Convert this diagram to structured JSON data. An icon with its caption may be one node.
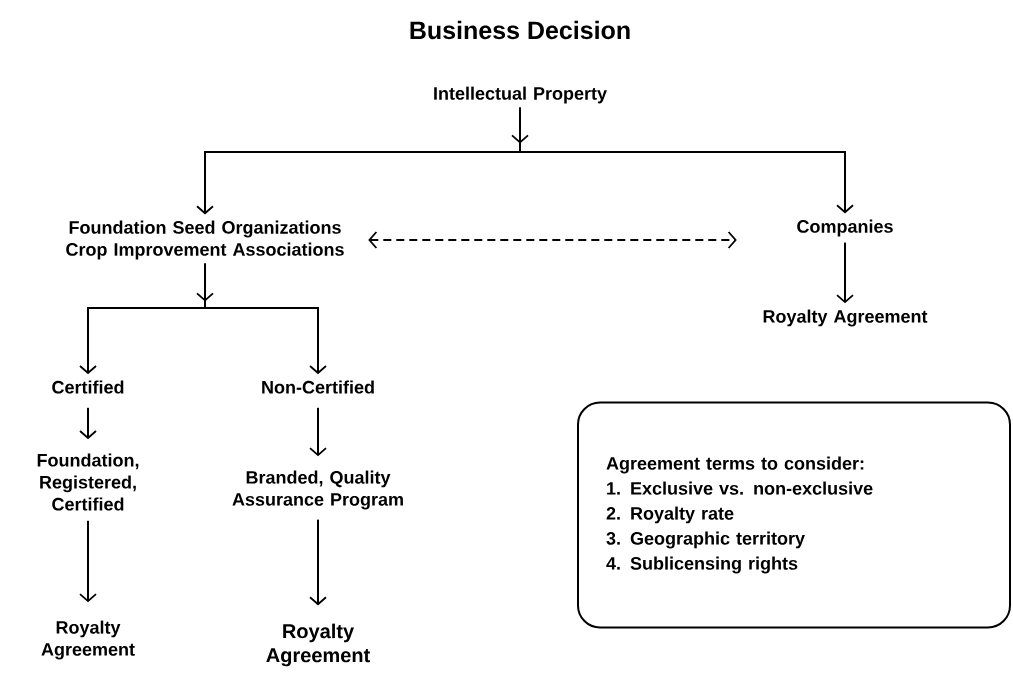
{
  "diagram": {
    "title": "Business Decision",
    "nodes": [
      {
        "text": [
          "Intellectual Property"
        ]
      },
      {
        "text": [
          "Foundation Seed Organizations",
          "Crop Improvement Associations"
        ]
      },
      {
        "text": [
          "Companies"
        ]
      },
      {
        "text": [
          "Royalty Agreement"
        ]
      },
      {
        "text": [
          "Certified"
        ]
      },
      {
        "text": [
          "Non-Certified"
        ]
      },
      {
        "text": [
          "Foundation, Registered, Certified"
        ]
      },
      {
        "text": [
          "Branded, Quality Assurance Program"
        ]
      },
      {
        "text": [
          "Royalty Agreement"
        ]
      },
      {
        "text": [
          "Royalty Agreement"
        ]
      },
      {
        "text": [
          "Agreement terms to consider:",
          "1.  Exclusive vs. non-exclusive",
          "2.  Royalty rate",
          "3.  Geographic territory",
          "4.  Sublicensing rights"
        ]
      }
    ],
    "edges": [
      {
        "from": 0,
        "to": 1,
        "arrow": "to"
      },
      {
        "from": 0,
        "to": 2,
        "arrow": "to"
      },
      {
        "from": 1,
        "to": 2,
        "arrow": "both",
        "style": "dashed"
      },
      {
        "from": 2,
        "to": 3,
        "arrow": "to"
      },
      {
        "from": 1,
        "to": 4,
        "arrow": "to"
      },
      {
        "from": 1,
        "to": 5,
        "arrow": "to"
      },
      {
        "from": 4,
        "to": 6,
        "arrow": "to"
      },
      {
        "from": 5,
        "to": 7,
        "arrow": "to"
      },
      {
        "from": 6,
        "to": 8,
        "arrow": "to"
      },
      {
        "from": 7,
        "to": 9,
        "arrow": "to"
      }
    ]
  }
}
